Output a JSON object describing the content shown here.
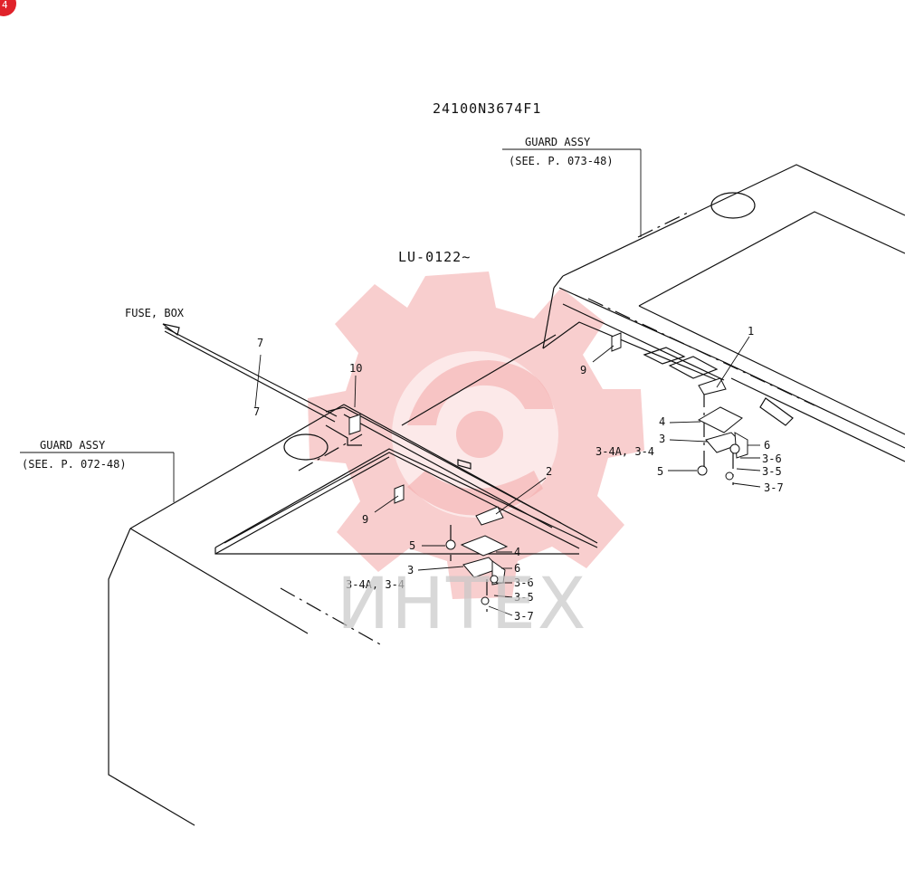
{
  "drawing_number": "24100N3674F1",
  "serial_range": "LU-0122∼",
  "watermark_text": "ИНТЕХ",
  "corner_badge_label": "4",
  "colors": {
    "watermark": "#f2a6a6",
    "badge": "#e0222a",
    "line": "#111111"
  },
  "callouts": {
    "guard_assy_right": "GUARD ASSY",
    "see_right": "(SEE. P. 073-48)",
    "guard_assy_left": "GUARD ASSY",
    "see_left": "(SEE. P. 072-48)",
    "fuse_box": "FUSE, BOX",
    "part_7a": "7",
    "part_7b": "7",
    "part_10": "10",
    "part_1": "1",
    "part_2": "2",
    "part_9_right": "9",
    "part_9_left": "9",
    "right_assy": {
      "p4": "4",
      "p3": "3",
      "p34a": "3-4A, 3-4",
      "p5": "5",
      "p6": "6",
      "p36": "3-6",
      "p35": "3-5",
      "p37": "3-7"
    },
    "left_assy": {
      "p5": "5",
      "p4": "4",
      "p3": "3",
      "p6": "6",
      "p34a": "3-4A, 3-4",
      "p36": "3-6",
      "p35": "3-5",
      "p37": "3-7"
    }
  }
}
